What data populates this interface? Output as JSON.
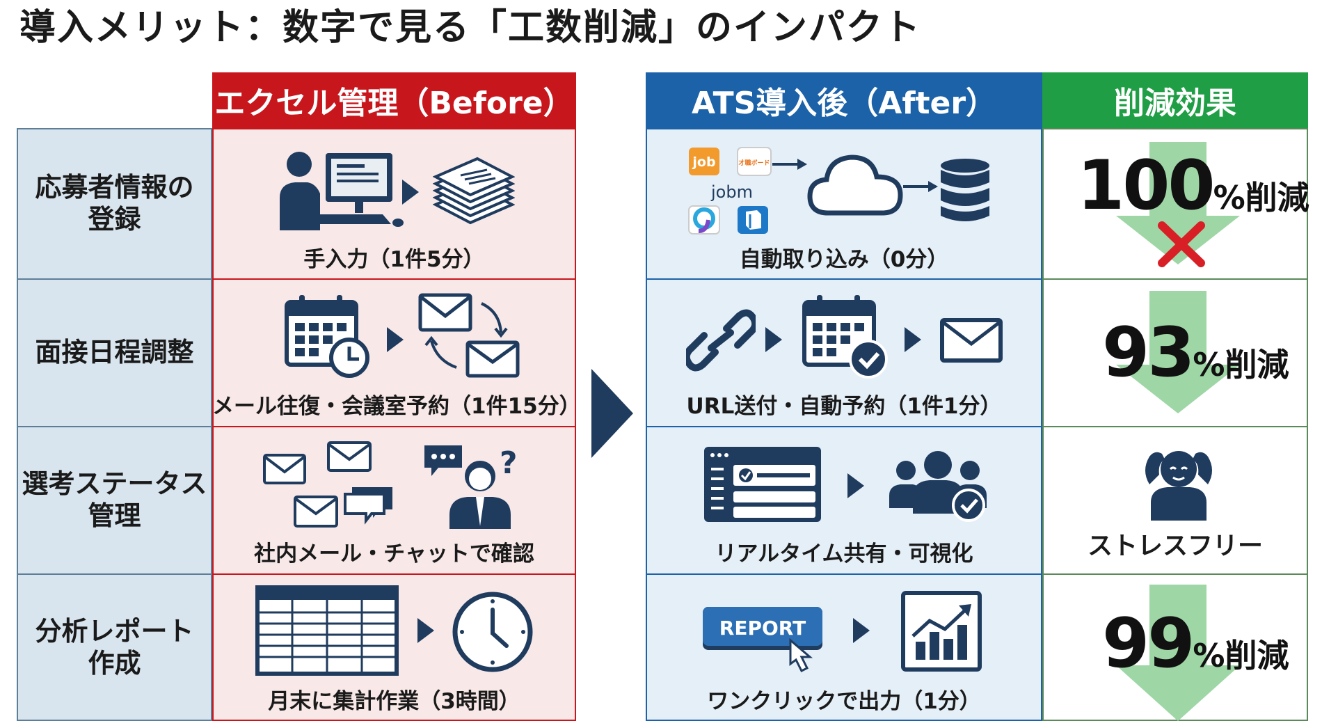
{
  "title": "導入メリット：数字で見る「工数削減」のインパクト",
  "headers": {
    "before": "エクセル管理（Before）",
    "after": "ATS導入後（After）",
    "effect": "削減効果"
  },
  "rows": [
    {
      "label": "応募者情報の\n登録",
      "before_caption": "手入力（1件5分）",
      "after_caption": "自動取り込み（0分）",
      "effect_value": "100",
      "effect_unit": "%削減"
    },
    {
      "label": "面接日程調整",
      "before_caption": "メール往復・会議室予約（1件15分）",
      "after_caption": "URL送付・自動予約（1件1分）",
      "effect_value": "93",
      "effect_unit": "%削減"
    },
    {
      "label": "選考ステータス\n管理",
      "before_caption": "社内メール・チャットで確認",
      "after_caption": "リアルタイム共有・可視化",
      "effect_text": "ストレスフリー"
    },
    {
      "label": "分析レポート\n作成",
      "before_caption": "月末に集計作業（3時間）",
      "after_caption": "ワンクリックで出力（1分）",
      "effect_value": "99",
      "effect_unit": "%削減"
    }
  ],
  "logos": [
    "job",
    "才職ボード",
    "jobm"
  ],
  "report_button": "REPORT",
  "colors": {
    "before": "#c8161d",
    "after": "#1b62a8",
    "effect": "#1f9e45",
    "navy": "#1f3b5e",
    "green_arrow": "#9fd6a5"
  }
}
